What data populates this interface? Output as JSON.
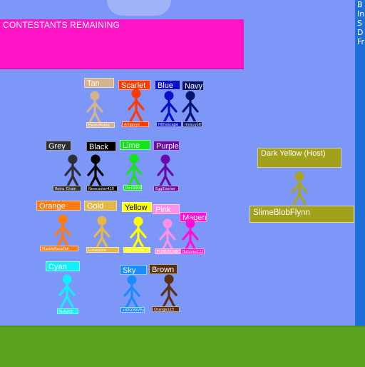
{
  "banner": {
    "title": "CONTESTANTS REMAINING"
  },
  "side_panel": {
    "lines": [
      "B",
      "In",
      "S",
      "D",
      "Fr"
    ]
  },
  "host": {
    "label": "Dark Yellow (Host)",
    "username": "SlimeBlobFlynn",
    "color": "#a8a51c"
  },
  "contestants": [
    {
      "label": "Tan",
      "username": "ExoticPickle",
      "color": "#d4b48c",
      "label_text": "#ffffff"
    },
    {
      "label": "Scarlet",
      "username": "Artiplayz",
      "color": "#ff3a00",
      "label_text": "#ffffff"
    },
    {
      "label": "Blue",
      "username": "Hithescape",
      "color": "#0a10c8",
      "label_text": "#ffffff"
    },
    {
      "label": "Navy",
      "username": "mosuyo07",
      "color": "#071470",
      "label_text": "#ffffff"
    },
    {
      "label": "Grey",
      "username": "Retro_Chain",
      "color": "#2e2e34",
      "label_text": "#ffffff"
    },
    {
      "label": "Black",
      "username": "Newcaster420",
      "color": "#000000",
      "label_text": "#ffffff"
    },
    {
      "label": "Lime",
      "username": "Rick9901",
      "color": "#12e41c",
      "label_text": "#ffffff"
    },
    {
      "label": "Purple",
      "username": "EggSlasher",
      "color": "#6a0aa8",
      "label_text": "#ffffff"
    },
    {
      "label": "Orange",
      "username": "MarbleRaceFan",
      "color": "#ff7a10",
      "label_text": "#ffffff"
    },
    {
      "label": "Gold",
      "username": "Lunarpine",
      "color": "#e6b84a",
      "label_text": "#ffffff"
    },
    {
      "label": "Yellow",
      "username": "Joshimator_11",
      "color": "#ffff00",
      "label_text": "#000000"
    },
    {
      "label": "Pink",
      "username": "FLPBLOCKBOY",
      "color": "#ff90e6",
      "label_text": "#ffffff"
    },
    {
      "label": "Magenta",
      "username": "Bubbles123",
      "color": "#ff10d8",
      "label_text": "#ffffff"
    },
    {
      "label": "Cyan",
      "username": "Ruby02",
      "color": "#10f0ff",
      "label_text": "#ffffff"
    },
    {
      "label": "Sky",
      "username": "xXPLOSIVEx",
      "color": "#1a8cff",
      "label_text": "#ffffff"
    },
    {
      "label": "Brown",
      "username": "Orange123",
      "color": "#5a3012",
      "label_text": "#ffffff"
    }
  ]
}
